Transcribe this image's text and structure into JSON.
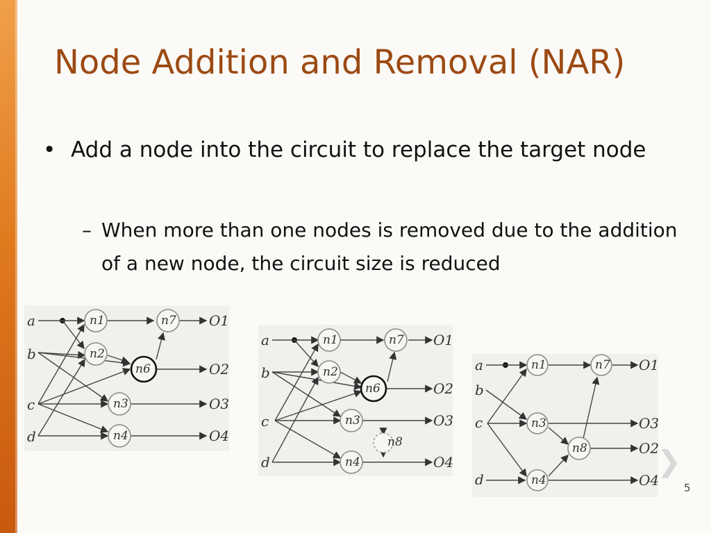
{
  "slide": {
    "title": "Node Addition and Removal (NAR)",
    "bullet_1": "Add a node into the circuit to replace the target node",
    "bullet_1_marker": "•",
    "bullet_2": "When more than one nodes is removed due to the addition of a new node, the circuit size is reduced",
    "bullet_2_marker": "–",
    "slide_number": "5",
    "accent_color": "#e07a1f",
    "title_color": "#9c4a14"
  },
  "diagrams": {
    "d1": {
      "inputs": [
        "a",
        "b",
        "c",
        "d"
      ],
      "nodes": [
        "n1",
        "n2",
        "n6",
        "n3",
        "n4",
        "n7"
      ],
      "outputs": [
        "O1",
        "O2",
        "O3",
        "O4"
      ]
    },
    "d2": {
      "inputs": [
        "a",
        "b",
        "c",
        "d"
      ],
      "nodes": [
        "n1",
        "n2",
        "n6",
        "n3",
        "n4",
        "n7",
        "n8"
      ],
      "outputs": [
        "O1",
        "O2",
        "O3",
        "O4"
      ]
    },
    "d3": {
      "inputs": [
        "a",
        "b",
        "c",
        "d"
      ],
      "nodes": [
        "n1",
        "n3",
        "n8",
        "n4",
        "n7"
      ],
      "outputs": [
        "O1",
        "O3",
        "O2",
        "O4"
      ]
    }
  },
  "icons": {
    "next": "chevron-right-icon"
  }
}
